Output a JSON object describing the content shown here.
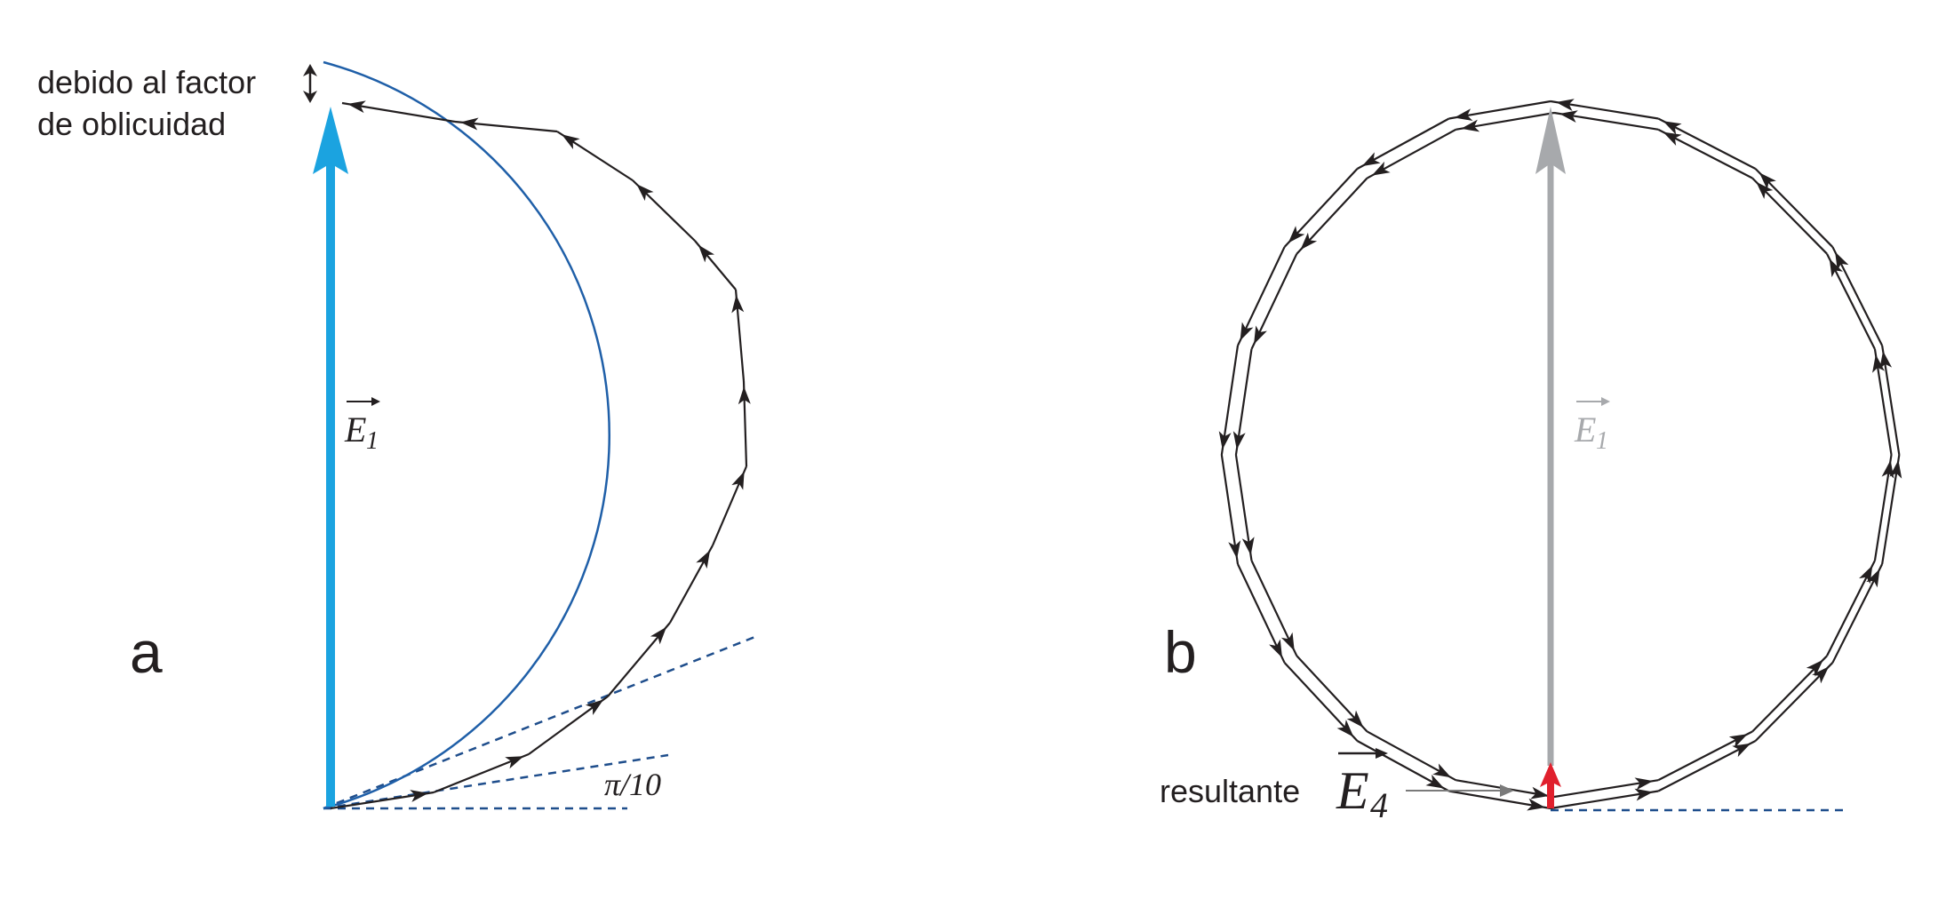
{
  "panel_a": {
    "letter": "a",
    "annotation_line1": "debido al factor",
    "annotation_line2": "de oblicuidad",
    "vector_label": "E",
    "vector_sub": "1",
    "angle_label": "π/10"
  },
  "panel_b": {
    "letter": "b",
    "vector_label": "E",
    "vector_sub": "1",
    "result_text": "resultante",
    "result_label": "E",
    "result_sub": "4"
  },
  "colors": {
    "phasor": "#231f20",
    "blue_resultant": "#1ba3e0",
    "envelope": "#1f5fa8",
    "dashed": "#1f4e8c",
    "gray_resultant": "#a7a9ac",
    "red_resultant": "#e0202d"
  }
}
